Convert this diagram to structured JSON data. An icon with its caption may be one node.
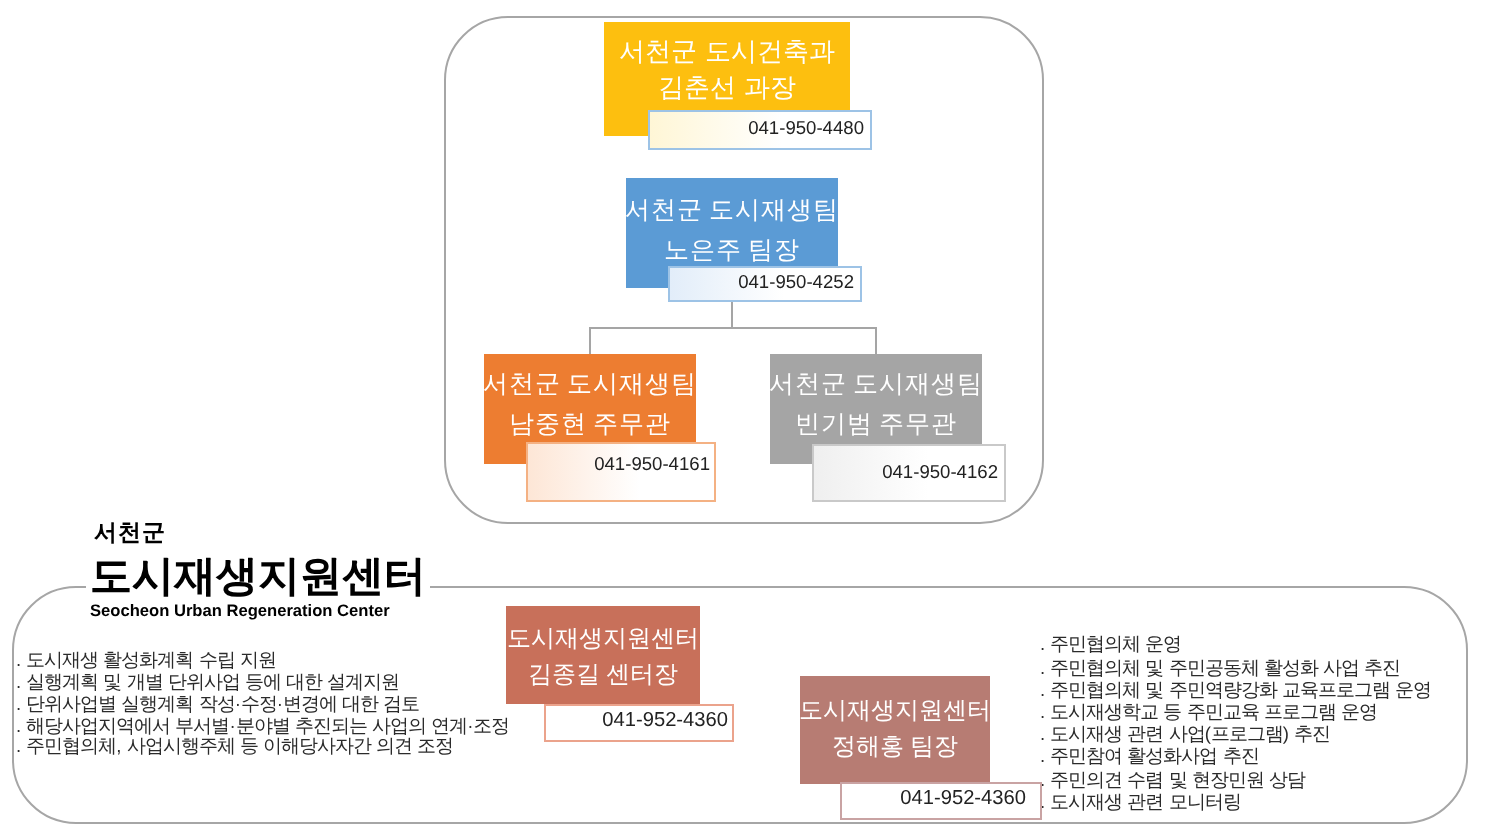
{
  "diagram": {
    "nodes": [
      {
        "text": [],
        "shape": "box"
      },
      {
        "text": [
          "서천군 도시건축과",
          "김춘선 과장",
          "041-950-4480"
        ],
        "in": 0
      },
      {
        "text": [
          "서천군 도시재생팀",
          "노은주 팀장",
          "041-950-4252"
        ],
        "in": 0
      },
      {
        "text": [
          "서천군 도시재생팀",
          "남중현 주무관",
          "041-950-4161"
        ],
        "in": 0
      },
      {
        "text": [
          "서천군 도시재생팀",
          "빈기범 주무관",
          "041-950-4162"
        ],
        "in": 0
      },
      {
        "text": [
          "서천군",
          "도시재생지원센터",
          "Seocheon Urban Regeneration Center",
          ". 도시재생 활성화계획 수립 지원",
          ". 실행계획 및 개별 단위사업 등에 대한 설계지원",
          ". 단위사업별 실행계획 작성·수정·변경에 대한 검토",
          ". 해당사업지역에서 부서별·분야별 추진되는 사업의 연계·조정",
          ". 주민협의체, 사업시행주체 등 이해당사자간 의견 조정",
          ". 주민협의체 운영",
          ". 주민협의체 및 주민공동체 활성화 사업 추진",
          ". 주민협의체 및 주민역량강화 교육프로그램 운영",
          ". 도시재생학교 등 주민교육 프로그램 운영",
          ". 도시재생 관련 사업(프로그램) 추진",
          ". 주민참여 활성화사업 추진",
          ". 주민의견 수렴 및 현장민원 상담",
          ". 도시재생 관련 모니터링"
        ]
      },
      {
        "text": [
          "도시재생지원센터",
          "김종길 센터장",
          "041-952-4360"
        ],
        "in": 5
      },
      {
        "text": [
          "도시재생지원센터",
          "정해홍 팀장",
          "041-952-4360"
        ],
        "in": 5
      }
    ],
    "edges": [
      {
        "from": 2,
        "to": 3,
        "arrow": "none"
      },
      {
        "from": 2,
        "to": 4,
        "arrow": "none"
      }
    ]
  }
}
